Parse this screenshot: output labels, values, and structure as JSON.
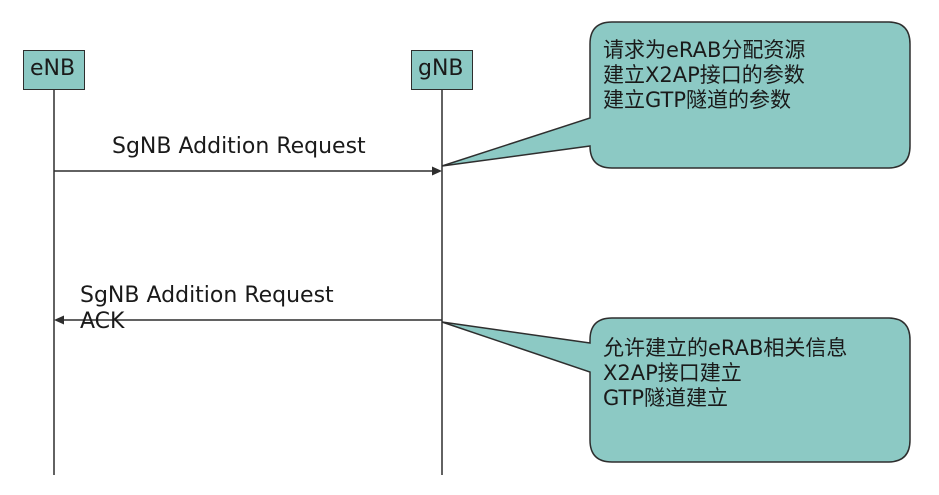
{
  "nodes": {
    "enb": "eNB",
    "gnb": "gNB"
  },
  "messages": [
    {
      "line1": "SgNB Addition Request",
      "line2": ""
    },
    {
      "line1": "SgNB Addition Request",
      "line2": "ACK"
    }
  ],
  "notes": [
    {
      "lines": [
        "请求为eRAB分配资源",
        "建立X2AP接口的参数",
        "建立GTP隧道的参数"
      ]
    },
    {
      "lines": [
        "允许建立的eRAB相关信息",
        "X2AP接口建立",
        "GTP隧道建立"
      ]
    }
  ],
  "colors": {
    "node_fill": "#8cc9c4",
    "note_fill": "#8cc9c4",
    "line": "#2e2e2e"
  }
}
